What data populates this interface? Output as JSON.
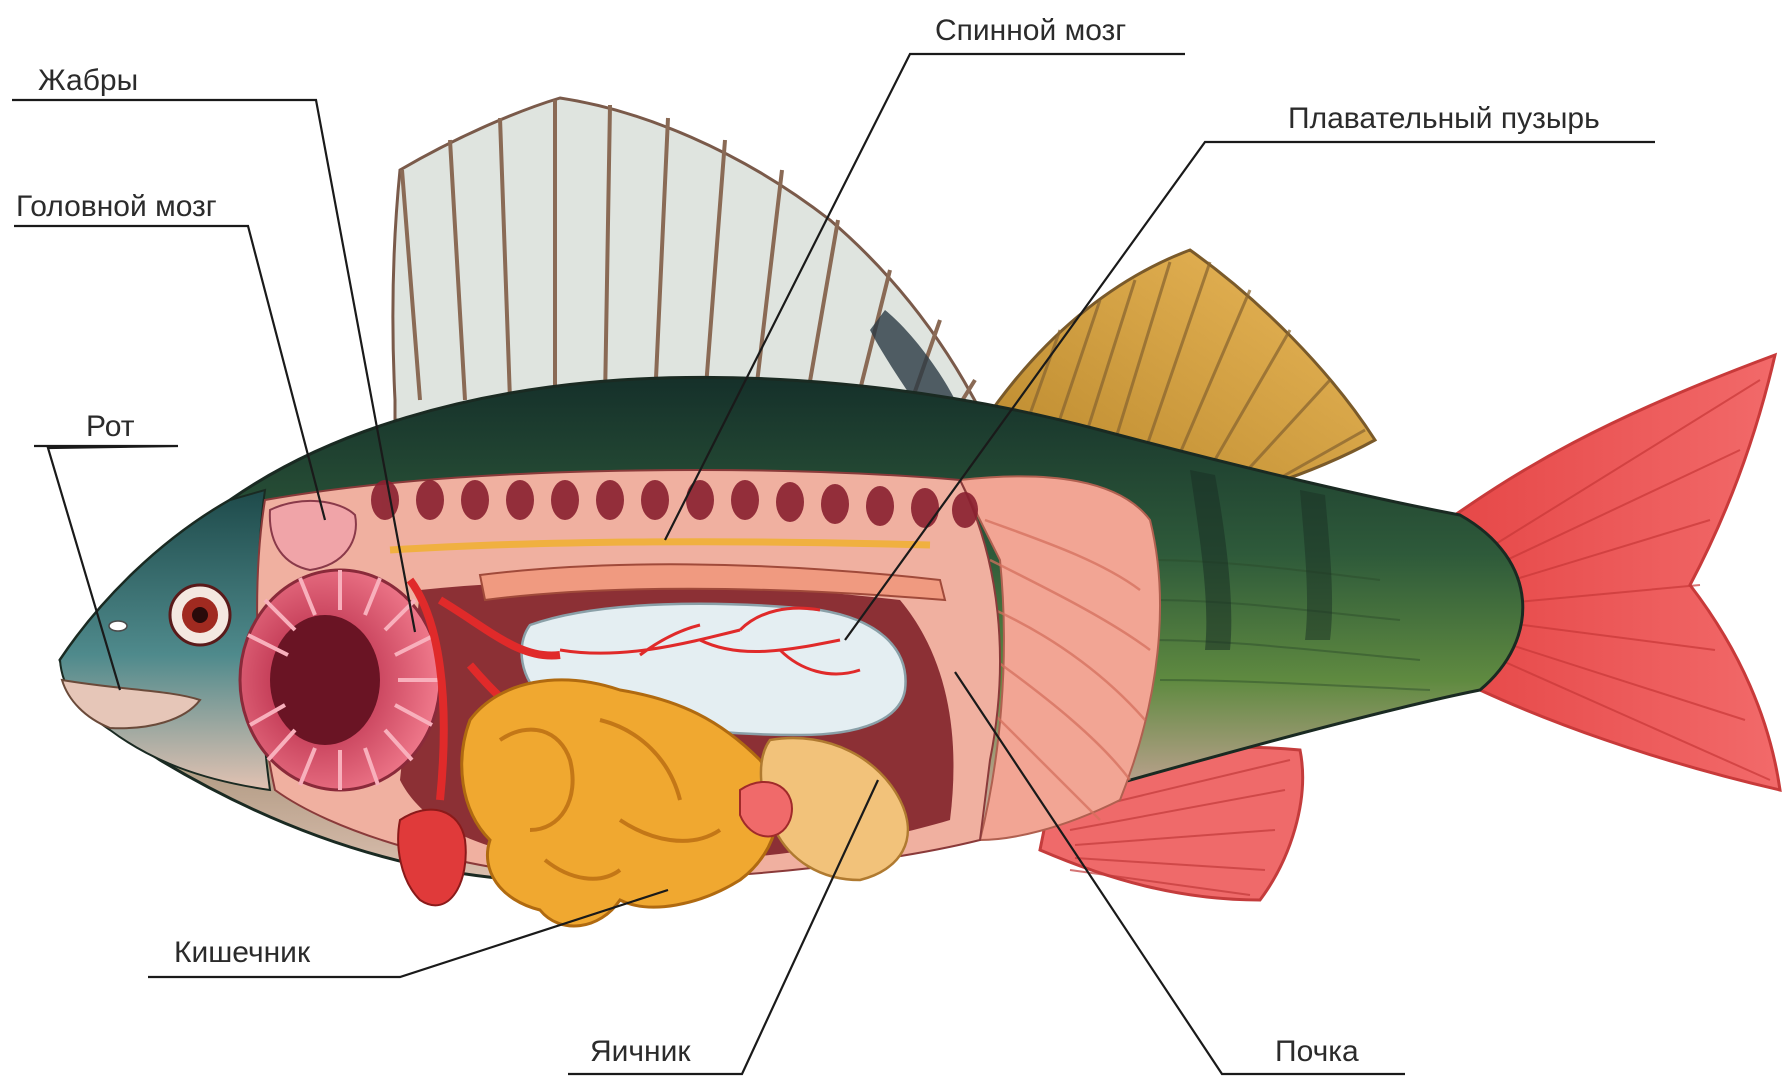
{
  "labels": {
    "gills": "Жабры",
    "brain": "Головной мозг",
    "mouth": "Рот",
    "spinal_cord": "Спинной мозг",
    "swim_bladder": "Плавательный пузырь",
    "intestine": "Кишечник",
    "ovary": "Яичник",
    "kidney": "Почка"
  },
  "colors": {
    "leader_line": "#1a1a1a",
    "dorsal_fin": "#d9ddd9",
    "fin_rays": "#8a6a55",
    "body_back": "#1f3d30",
    "body_side": "#4f7a3a",
    "belly": "#d8b8a8",
    "muscle": "#f0a090",
    "tail": "#f25a5a",
    "soft_fin": "#d9a040",
    "gill": "#e8546e",
    "swim_bladder": "#e4eef2",
    "intestine": "#f0a830",
    "ovary": "#f2c27a",
    "spinal_cord": "#f0b040",
    "blood_vessel": "#e02a2a"
  }
}
